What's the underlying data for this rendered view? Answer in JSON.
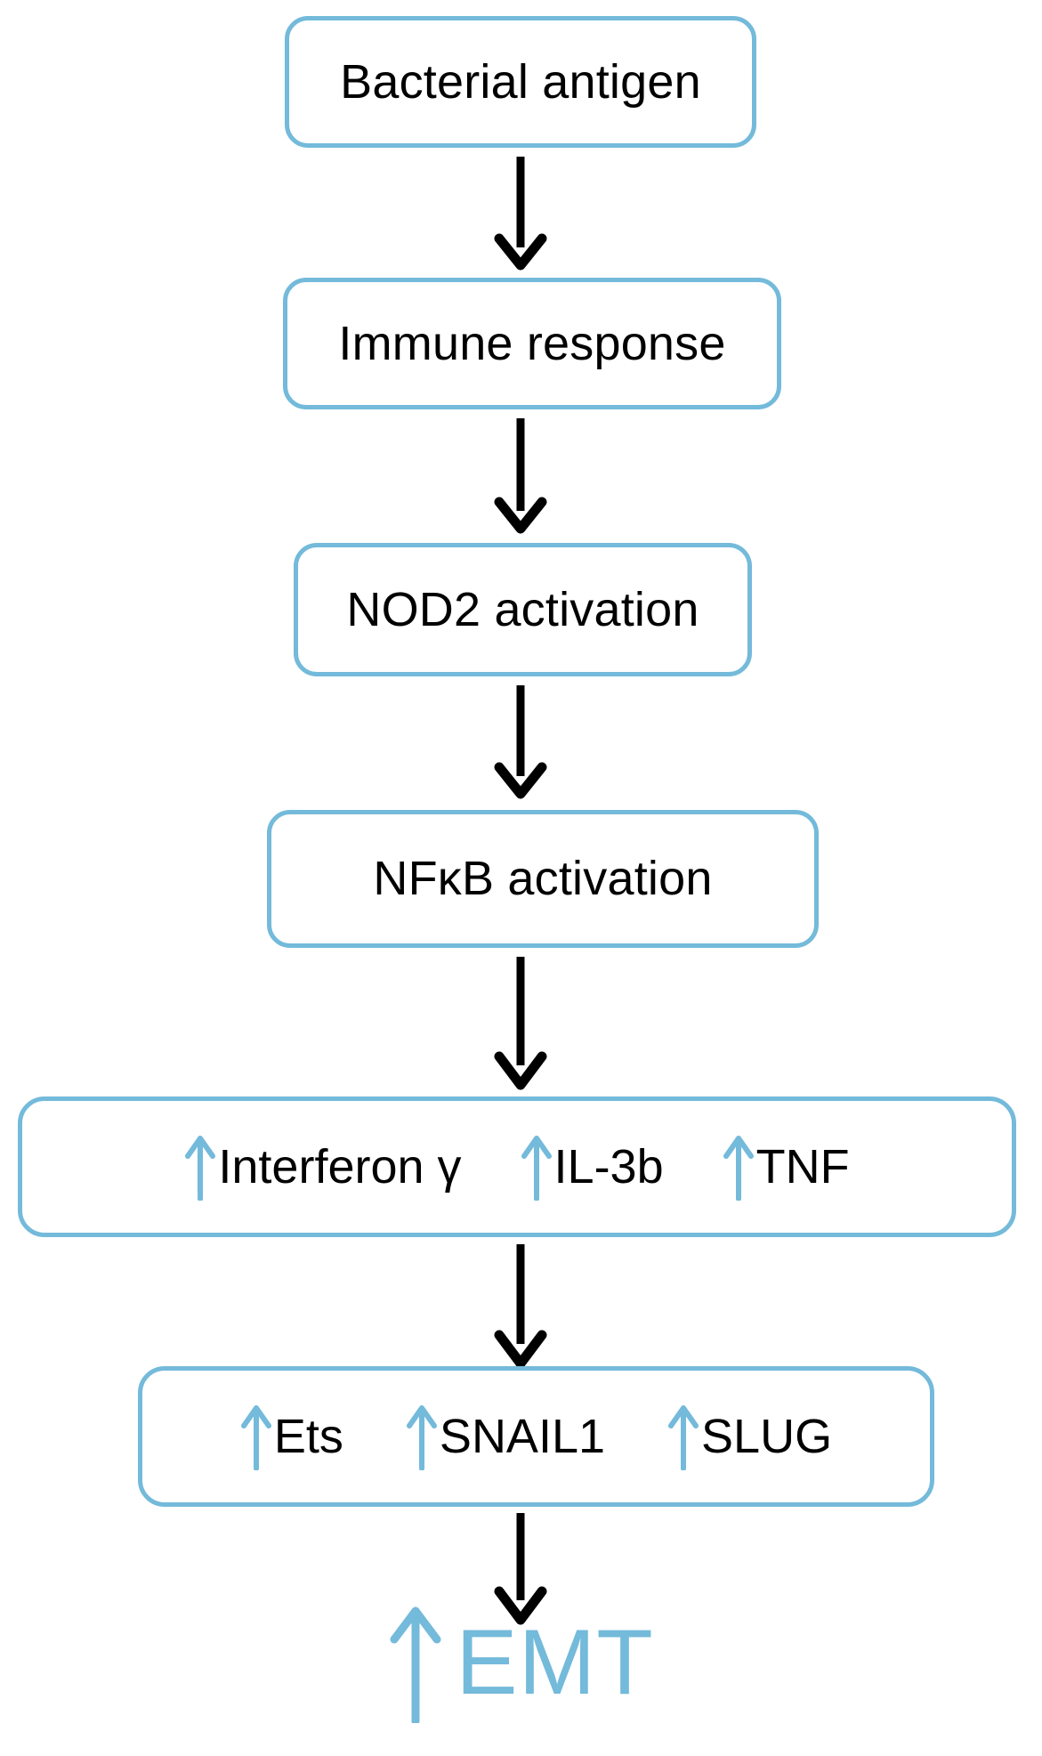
{
  "diagram": {
    "title": "Bacterial antigen to EMT signaling cascade",
    "type": "vertical-flowchart",
    "colors": {
      "box_border": "#74bada",
      "box_fill": "#ffffff",
      "node_text": "#000000",
      "connector_arrow": "#000000",
      "up_arrow": "#74bada",
      "emt_text": "#74bada",
      "background": "#ffffff"
    },
    "nodes": [
      {
        "id": "bacterial-antigen",
        "label": "Bacterial antigen",
        "kind": "box"
      },
      {
        "id": "immune-response",
        "label": "Immune response",
        "kind": "box"
      },
      {
        "id": "nod2-activation",
        "label": "NOD2 activation",
        "kind": "box"
      },
      {
        "id": "nfkb-activation",
        "label": "NFκB activation",
        "kind": "box"
      },
      {
        "id": "cytokines",
        "kind": "box-multi",
        "items": [
          {
            "arrow": "up",
            "label": "Interferon γ"
          },
          {
            "arrow": "up",
            "label": "IL-3b"
          },
          {
            "arrow": "up",
            "label": "TNF"
          }
        ]
      },
      {
        "id": "transcription-factors",
        "kind": "box-multi",
        "items": [
          {
            "arrow": "up",
            "label": "Ets"
          },
          {
            "arrow": "up",
            "label": "SNAIL1"
          },
          {
            "arrow": "up",
            "label": "SLUG"
          }
        ]
      },
      {
        "id": "emt-outcome",
        "kind": "outcome",
        "arrow": "up",
        "label": "EMT"
      }
    ],
    "connectors": [
      {
        "id": "arrow-1",
        "from": "bacterial-antigen",
        "to": "immune-response",
        "direction": "down"
      },
      {
        "id": "arrow-2",
        "from": "immune-response",
        "to": "nod2-activation",
        "direction": "down"
      },
      {
        "id": "arrow-3",
        "from": "nod2-activation",
        "to": "nfkb-activation",
        "direction": "down"
      },
      {
        "id": "arrow-4",
        "from": "nfkb-activation",
        "to": "cytokines",
        "direction": "down"
      },
      {
        "id": "arrow-5",
        "from": "cytokines",
        "to": "transcription-factors",
        "direction": "down"
      },
      {
        "id": "arrow-6",
        "from": "transcription-factors",
        "to": "emt-outcome",
        "direction": "down"
      }
    ],
    "icons": {
      "up_arrow_name": "upregulation-arrow-icon",
      "down_arrow_name": "flow-arrow-down-icon"
    }
  }
}
